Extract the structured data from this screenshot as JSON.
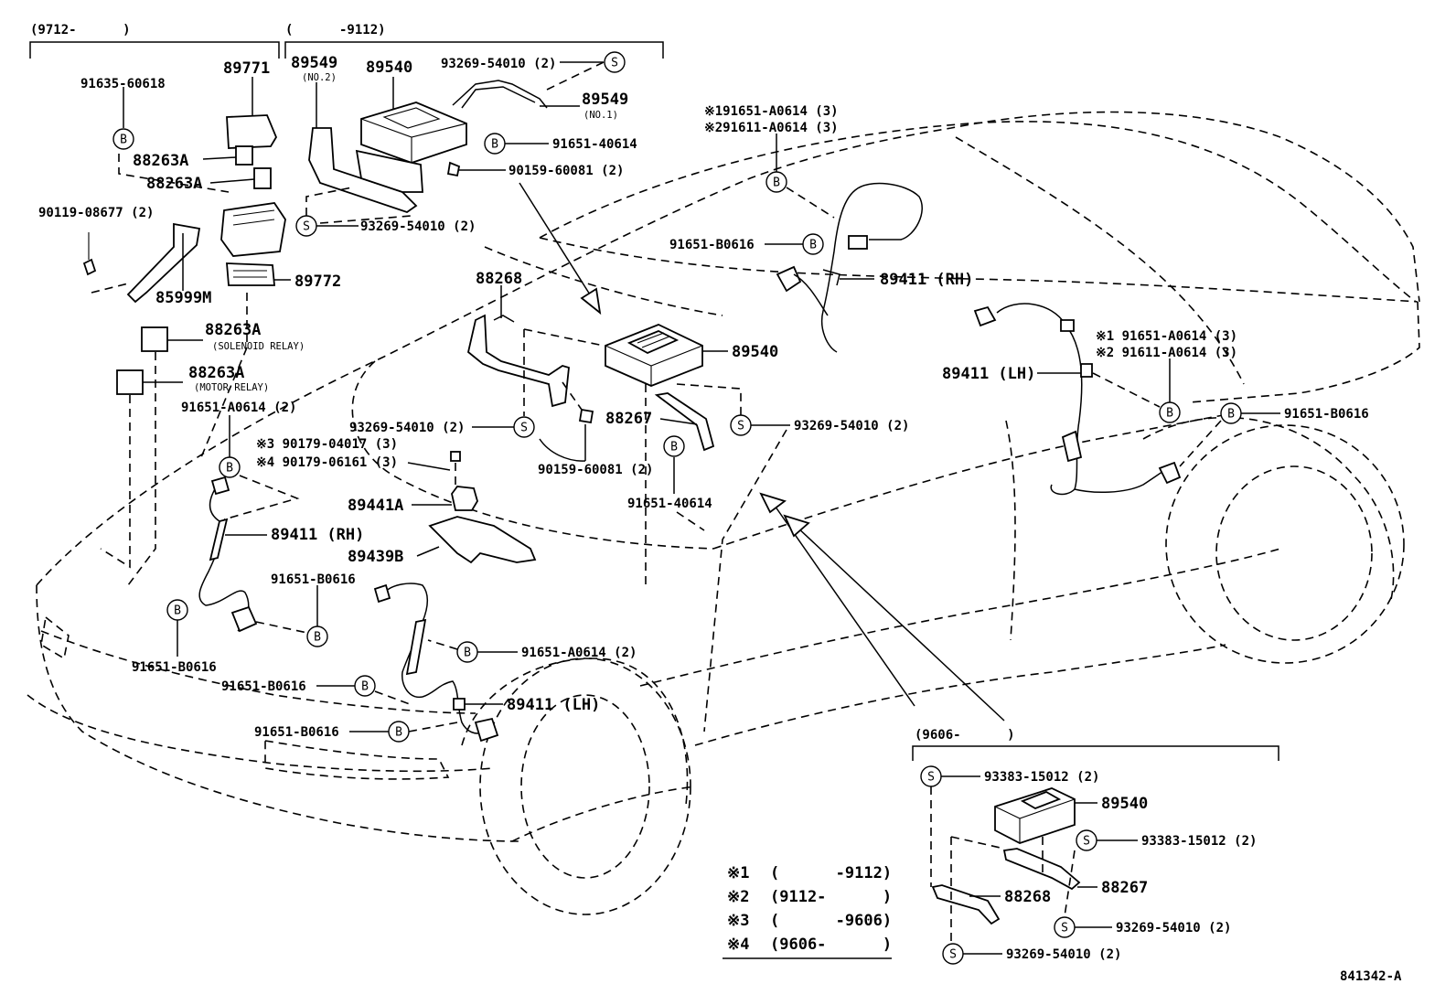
{
  "groups": {
    "g9712": "(9712-      )",
    "g9112": "(      -9112)",
    "g9606": "(9606-      )"
  },
  "left_module": {
    "p91635_60618": "91635-60618",
    "p89771": "89771",
    "p88263A_a": "88263A",
    "p88263A_b": "88263A",
    "p90119_08677": "90119-08677 (2)",
    "p89772": "89772",
    "p85999M": "85999M",
    "p88263A_solenoid": "88263A",
    "solenoid_note": "(SOLENOID RELAY)",
    "p88263A_motor": "88263A",
    "motor_note": "(MOTOR RELAY)"
  },
  "top_module": {
    "p89549_no2": "89549",
    "no2_note": "(NO.2)",
    "p89540": "89540",
    "p93269_54010_top": "93269-54010 (2)",
    "p89549_no1": "89549",
    "no1_note": "(NO.1)",
    "p91651_40614_top": "91651-40614",
    "p90159_60081_top": "90159-60081 (2)",
    "p93269_54010_bot": "93269-54010 (2)"
  },
  "rear_rh": {
    "note1": "※191651-A0614 (3)",
    "note2": "※291611-A0614 (3)",
    "p91651_B0616": "91651-B0616",
    "p89411_RH": "89411 (RH)"
  },
  "rear_lh": {
    "note1": "※1 91651-A0614 (3)",
    "note2": "※2 91611-A0614 (3)",
    "p89411_LH": "89411 (LH)",
    "p91651_B0616": "91651-B0616"
  },
  "center_module": {
    "p88268": "88268",
    "p89540": "89540",
    "p88267": "88267",
    "p93269_54010_left": "93269-54010 (2)",
    "p93269_54010_right": "93269-54010 (2)",
    "p90159_60081": "90159-60081 (2)",
    "p91651_40614": "91651-40614",
    "note3": "※3 90179-04017 (3)",
    "note4": "※4 90179-06161 (3)",
    "p89441A": "89441A",
    "p89439B": "89439B"
  },
  "front_rh": {
    "p91651_A0614": "91651-A0614 (2)",
    "p89411_RH": "89411 (RH)",
    "p91651_B0616_a": "91651-B0616",
    "p91651_B0616_b": "91651-B0616"
  },
  "front_lh": {
    "p91651_A0614": "91651-A0614 (2)",
    "p91651_B0616_a": "91651-B0616",
    "p89411_LH": "89411 (LH)",
    "p91651_B0616_b": "91651-B0616"
  },
  "box_9606": {
    "p93383_15012_a": "93383-15012 (2)",
    "p89540": "89540",
    "p93383_15012_b": "93383-15012 (2)",
    "p88267": "88267",
    "p88268": "88268",
    "p93269_54010_a": "93269-54010 (2)",
    "p93269_54010_b": "93269-54010 (2)"
  },
  "legend": [
    {
      "mark": "※1",
      "range": "(      -9112)"
    },
    {
      "mark": "※2",
      "range": "(9112-      )"
    },
    {
      "mark": "※3",
      "range": "(      -9606)"
    },
    {
      "mark": "※4",
      "range": "(9606-      )"
    }
  ],
  "symbols": {
    "bolt": "B",
    "screw": "S"
  },
  "ref_code": "841342-A"
}
